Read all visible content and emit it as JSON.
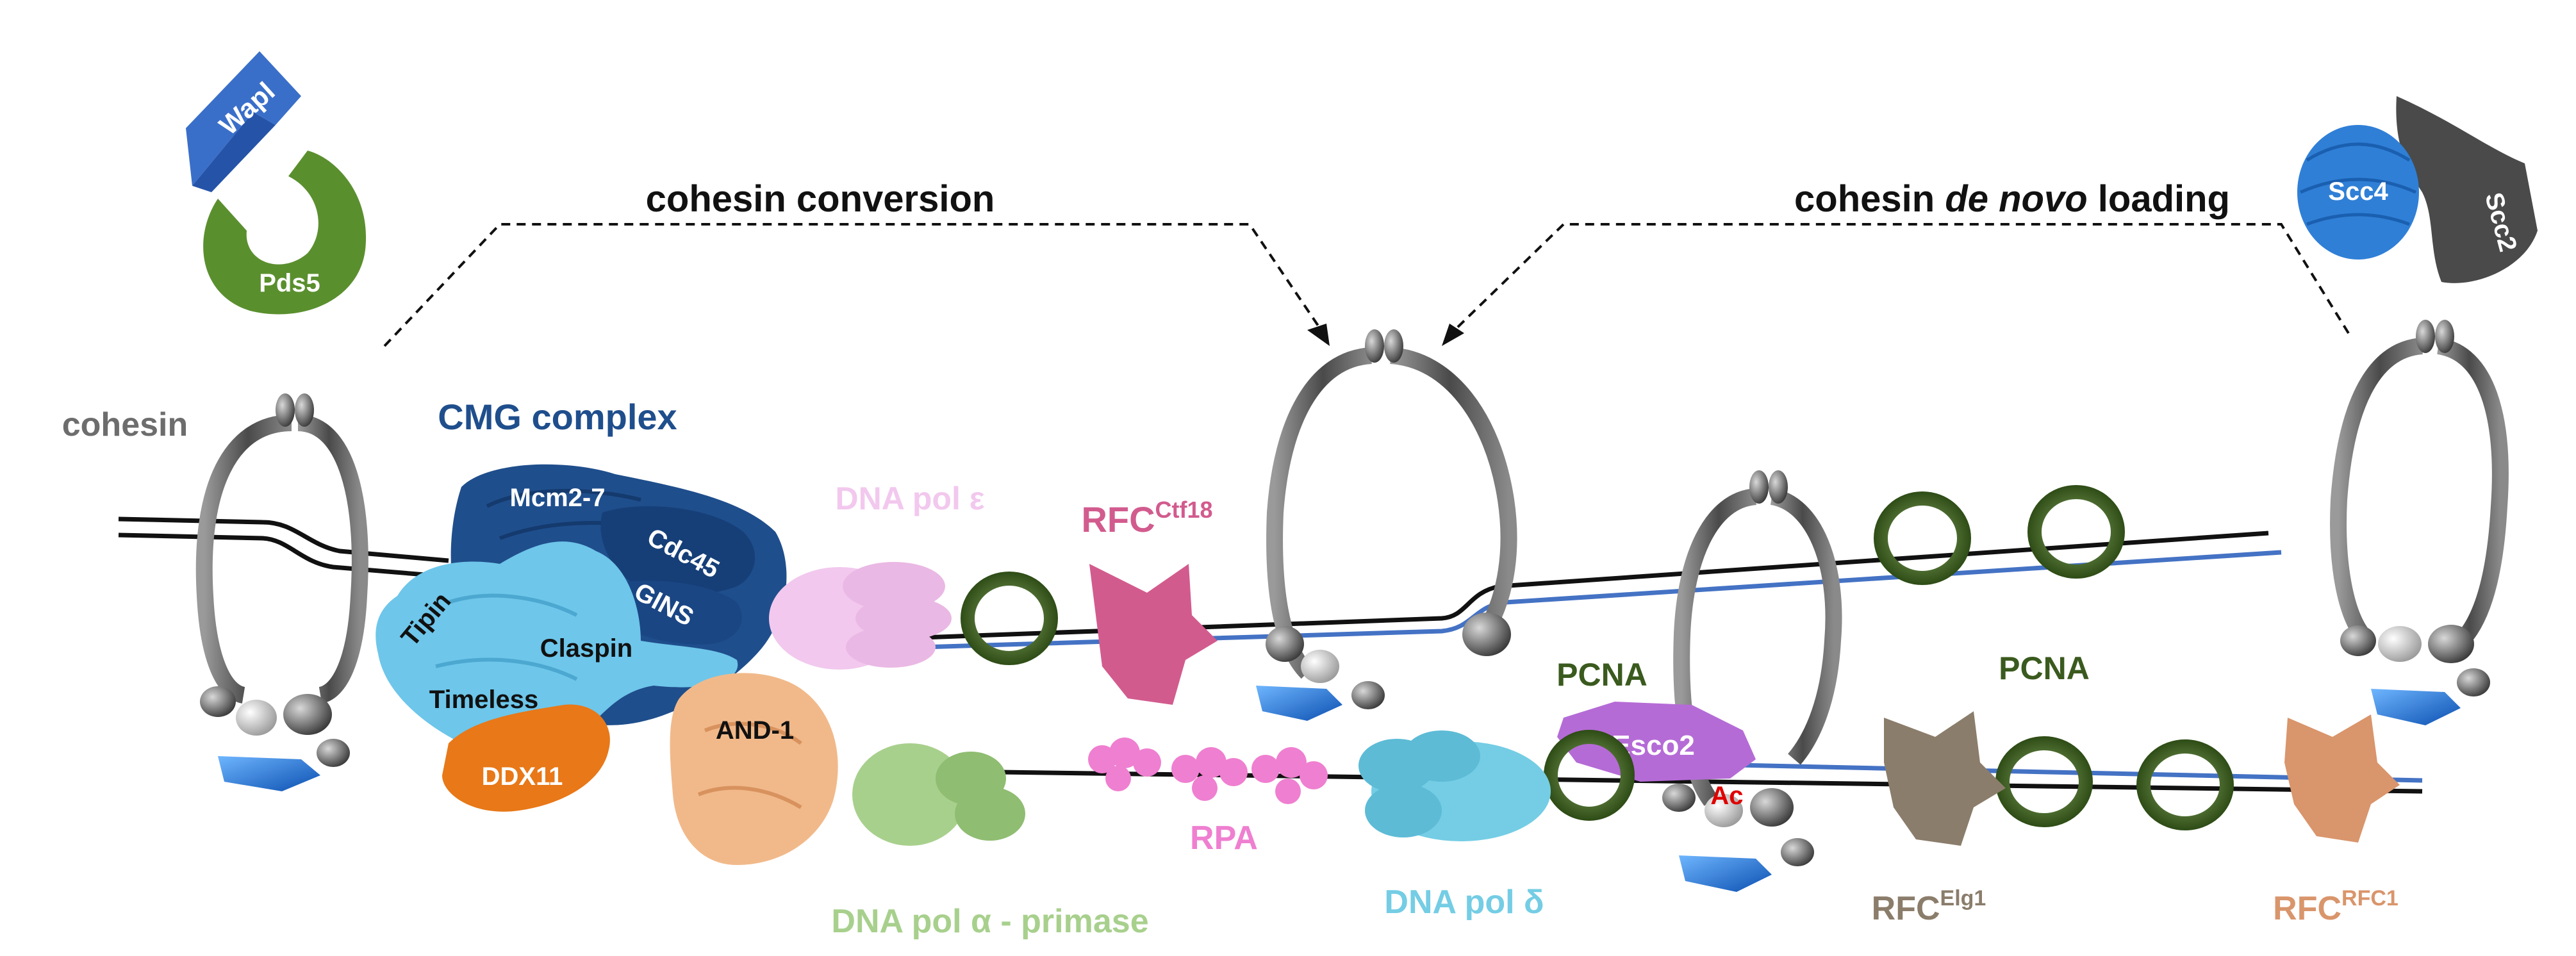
{
  "headings": {
    "cohesin_conversion": "cohesin conversion",
    "cohesin_de_novo_prefix": "cohesin ",
    "cohesin_de_novo_italic": "de novo",
    "cohesin_de_novo_suffix": " loading"
  },
  "labels": {
    "cohesin": "cohesin",
    "cmg_complex": "CMG complex",
    "wapl": "Wapl",
    "pds5": "Pds5",
    "scc4": "Scc4",
    "scc2": "Scc2",
    "mcm": "Mcm2-7",
    "cdc45": "Cdc45",
    "gins": "GINS",
    "tipin": "Tipin",
    "claspin": "Claspin",
    "timeless": "Timeless",
    "ddx11": "DDX11",
    "and1": "AND-1",
    "pol_epsilon": "DNA pol ε",
    "rfc_ctf18_base": "RFC",
    "rfc_ctf18_sup": "Ctf18",
    "rpa": "RPA",
    "pol_alpha": "DNA pol α - primase",
    "pol_delta": "DNA pol δ",
    "pcna_left": "PCNA",
    "pcna_right": "PCNA",
    "esco2": "Esco2",
    "ac": "Ac",
    "rfc_elg1_base": "RFC",
    "rfc_elg1_sup": "Elg1",
    "rfc_rfc1_base": "RFC",
    "rfc_rfc1_sup": "RFC1"
  },
  "colors": {
    "cohesin_text": "#6d6d6d",
    "cmg_text": "#1f4e8c",
    "mcm_blue": "#1f4e8c",
    "light_blue": "#6ec6ea",
    "pol_epsilon": "#f2c8ee",
    "rfc_ctf18": "#d25b8e",
    "rpa": "#ef7fd0",
    "pol_alpha": "#a8d08d",
    "pol_delta": "#74cde4",
    "pcna": "#3a5a1e",
    "esco2": "#b56bd6",
    "ac": "#e00000",
    "rfc_elg1": "#8b7d6b",
    "rfc_rfc1": "#d9956b",
    "ddx11": "#e87818",
    "and1": "#f1b98a",
    "wapl": "#3a6fc9",
    "pds5": "#5a8f2e",
    "scc4": "#2f7fd6",
    "scc2": "#4a4a4a",
    "dna_blue": "#4472c4"
  }
}
